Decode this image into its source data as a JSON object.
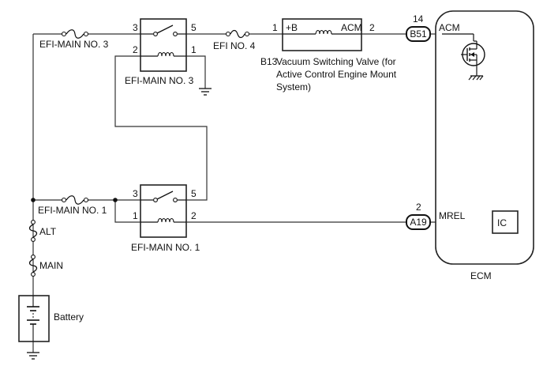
{
  "labels": {
    "fuse_efi_main_3": "EFI-MAIN NO. 3",
    "fuse_efi_main_1": "EFI-MAIN NO. 1",
    "fuse_efi_4": "EFI NO. 4",
    "alt": "ALT",
    "main": "MAIN",
    "battery": "Battery"
  },
  "relay3": {
    "label": "EFI-MAIN NO. 3",
    "pin3": "3",
    "pin5": "5",
    "pin2": "2",
    "pin1": "1"
  },
  "relay1": {
    "label": "EFI-MAIN NO. 1",
    "pin3": "3",
    "pin5": "5",
    "pin1": "1",
    "pin2": "2"
  },
  "vsv": {
    "pin1": "1",
    "pin2": "2",
    "in_label": "+B",
    "out_label": "ACM",
    "code": "B13",
    "name_line1": "Vacuum Switching Valve (for",
    "name_line2": "Active Control Engine Mount",
    "name_line3": "System)"
  },
  "connectors": {
    "b51": "B51",
    "b51_pin": "14",
    "a19": "A19",
    "a19_pin": "2"
  },
  "ecm": {
    "label": "ECM",
    "acm_label": "ACM",
    "mrel_label": "MREL",
    "ic_label": "IC"
  }
}
